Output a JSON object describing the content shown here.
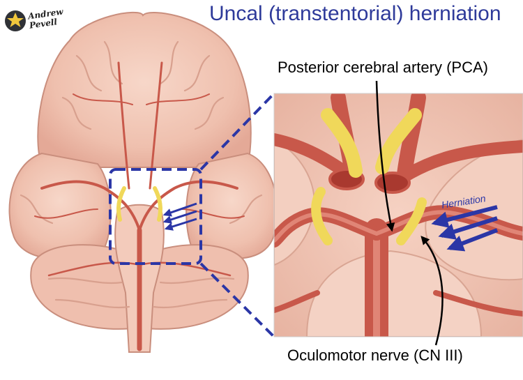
{
  "title": "Uncal (transtentorial) herniation",
  "labels": {
    "pca": "Posterior cerebral artery (PCA)",
    "oculomotor": "Oculomotor nerve (CN III)",
    "herniation": "Herniation"
  },
  "logo": {
    "line1": "Andrew",
    "line2": "Pevell"
  },
  "colors": {
    "title": "#2e3a9a",
    "accent_blue": "#2b36a6",
    "brain_tissue": "#f2c6b6",
    "artery": "#c8584a",
    "nerve": "#f0d85a"
  }
}
